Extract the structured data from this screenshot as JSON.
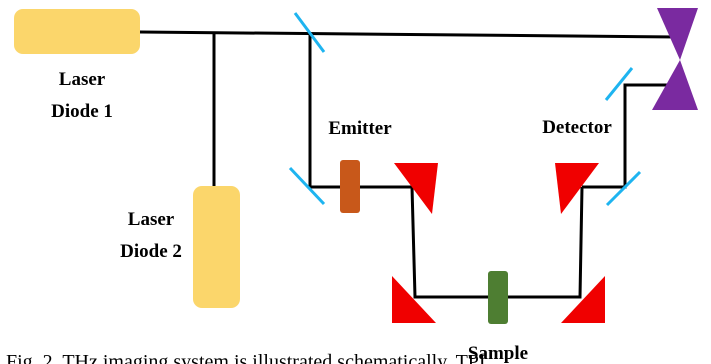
{
  "labels": {
    "laser_diode_1_line1": "Laser",
    "laser_diode_1_line2": "Diode 1",
    "laser_diode_2_line1": "Laser",
    "laser_diode_2_line2": "Diode 2",
    "emitter": "Emitter",
    "detector": "Detector",
    "sample": "Sample"
  },
  "caption": "Fig. 2. THz imaging system is illustrated schematically. TPI",
  "colors": {
    "laser_body": "#FBD66B",
    "beam_line": "#000000",
    "beam_splitter": "#1EB4F0",
    "mirror": "#F00000",
    "retroreflector": "#7A2AA0",
    "emitter": "#C8581A",
    "sample": "#4E7E32"
  }
}
